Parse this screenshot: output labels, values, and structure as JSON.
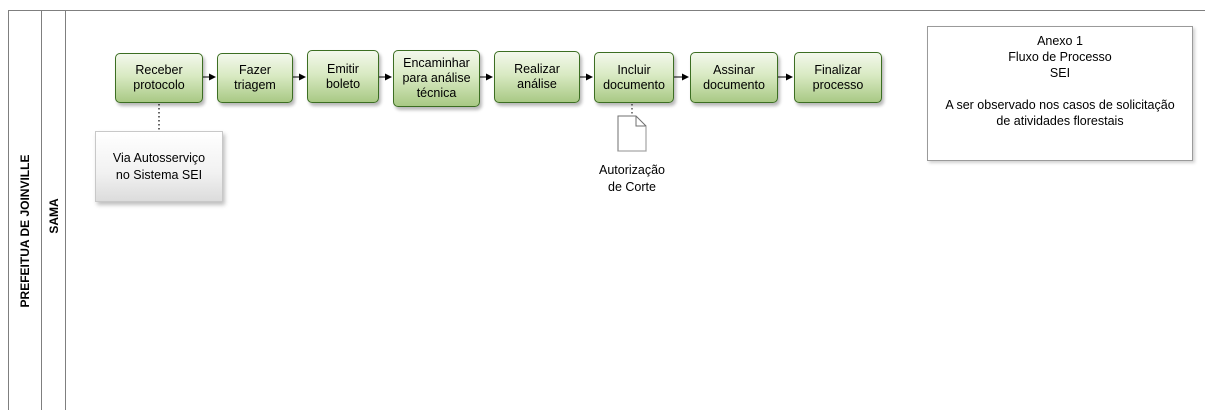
{
  "pool": {
    "label": "PREFEITUA DE JOINVILLE"
  },
  "lane": {
    "label": "SAMA"
  },
  "tasks": [
    {
      "label": "Receber\nprotocolo"
    },
    {
      "label": "Fazer\ntriagem"
    },
    {
      "label": "Emitir\nboleto"
    },
    {
      "label": "Encaminhar\npara análise\ntécnica"
    },
    {
      "label": "Realizar\nanálise"
    },
    {
      "label": "Incluir\ndocumento"
    },
    {
      "label": "Assinar\ndocumento"
    },
    {
      "label": "Finalizar\nprocesso"
    }
  ],
  "annotation": {
    "text": "Via Autosserviço\nno Sistema SEI"
  },
  "data_object": {
    "label": "Autorização\nde Corte"
  },
  "note": {
    "line1": "Anexo 1",
    "line2": "Fluxo de Processo",
    "line3": "SEI",
    "line4": "A ser observado nos casos de solicitação\nde atividades florestais"
  },
  "colors": {
    "task_border": "#3c6e22",
    "task_fill_top": "#f3f8ec",
    "task_fill_bottom": "#a9c985",
    "lane_line": "#7f7f7f"
  }
}
